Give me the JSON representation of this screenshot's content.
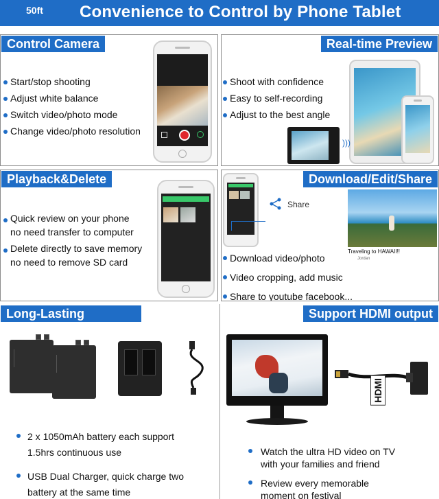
{
  "banner": {
    "depth": "50ft",
    "title": "Convenience to Control by Phone Tablet"
  },
  "control_camera": {
    "title": "Control Camera",
    "items": [
      "Start/stop shooting",
      "Adjust white balance",
      "Switch video/photo mode",
      "Change video/photo resolution"
    ]
  },
  "realtime_preview": {
    "title": "Real-time Preview",
    "items": [
      "Shoot with confidence",
      "Easy to self-recording",
      "Adjust to the best angle"
    ]
  },
  "playback_delete": {
    "title": "Playback&Delete",
    "items": [
      {
        "line1": "Quick review on your phone",
        "line2": "no need transfer to computer"
      },
      {
        "line1": "Delete directly to save memory",
        "line2": "no need to remove SD card"
      }
    ]
  },
  "download_share": {
    "title": "Download/Edit/Share",
    "share_label": "Share",
    "video_caption": "Traveling to HAWAII!!",
    "video_user": "Jordan",
    "items": [
      "Download video/photo",
      "Video cropping, add music",
      "Share to youtube facebook..."
    ]
  },
  "long_lasting": {
    "title": "Long-Lasting",
    "items": [
      {
        "line1": "2 x 1050mAh battery each support",
        "line2": "1.5hrs continuous use"
      },
      {
        "line1": "USB Dual Charger, quick charge two",
        "line2": "battery at the same time"
      }
    ]
  },
  "hdmi": {
    "title": "Support HDMI output",
    "tag": "HDMI",
    "items": [
      {
        "line1": "Watch the ultra HD video on TV",
        "line2": "with your families and friend"
      },
      {
        "line1": "Review every memorable",
        "line2": "moment on festival"
      }
    ]
  },
  "colors": {
    "accent": "#1f6dc6",
    "record": "#e0252b",
    "app_green": "#39c86a"
  },
  "icons": [
    "wifi-icon",
    "share-icon",
    "record-button-icon",
    "bullet-icon"
  ]
}
